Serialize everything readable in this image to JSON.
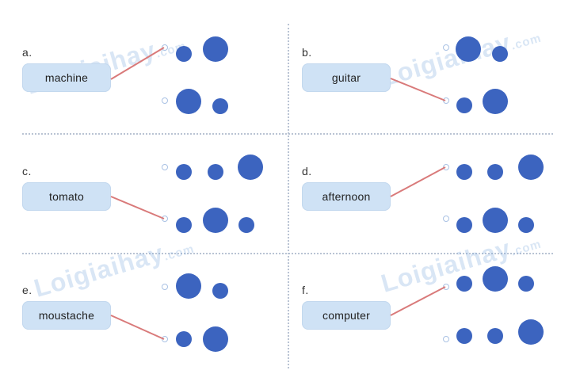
{
  "watermark": {
    "text": "Loigiaihay",
    "suffix": ".com"
  },
  "panels": [
    {
      "letter": "a.",
      "word": "machine",
      "row1": [
        "small",
        "big"
      ],
      "row2": [
        "big",
        "small"
      ],
      "matched_row": 1
    },
    {
      "letter": "b.",
      "word": "guitar",
      "row1": [
        "big",
        "small"
      ],
      "row2": [
        "small",
        "big"
      ],
      "matched_row": 2
    },
    {
      "letter": "c.",
      "word": "tomato",
      "row1": [
        "small",
        "small",
        "big"
      ],
      "row2": [
        "small",
        "big",
        "small"
      ],
      "matched_row": 2
    },
    {
      "letter": "d.",
      "word": "afternoon",
      "row1": [
        "small",
        "small",
        "big"
      ],
      "row2": [
        "small",
        "big",
        "small"
      ],
      "matched_row": 1
    },
    {
      "letter": "e.",
      "word": "moustache",
      "row1": [
        "big",
        "small"
      ],
      "row2": [
        "small",
        "big"
      ],
      "matched_row": 2
    },
    {
      "letter": "f.",
      "word": "computer",
      "row1": [
        "small",
        "big",
        "small"
      ],
      "row2": [
        "small",
        "small",
        "big"
      ],
      "matched_row": 1
    }
  ],
  "colors": {
    "dot": "#3c64bf",
    "line": "#d97a7a",
    "box": "#cfe2f5"
  }
}
